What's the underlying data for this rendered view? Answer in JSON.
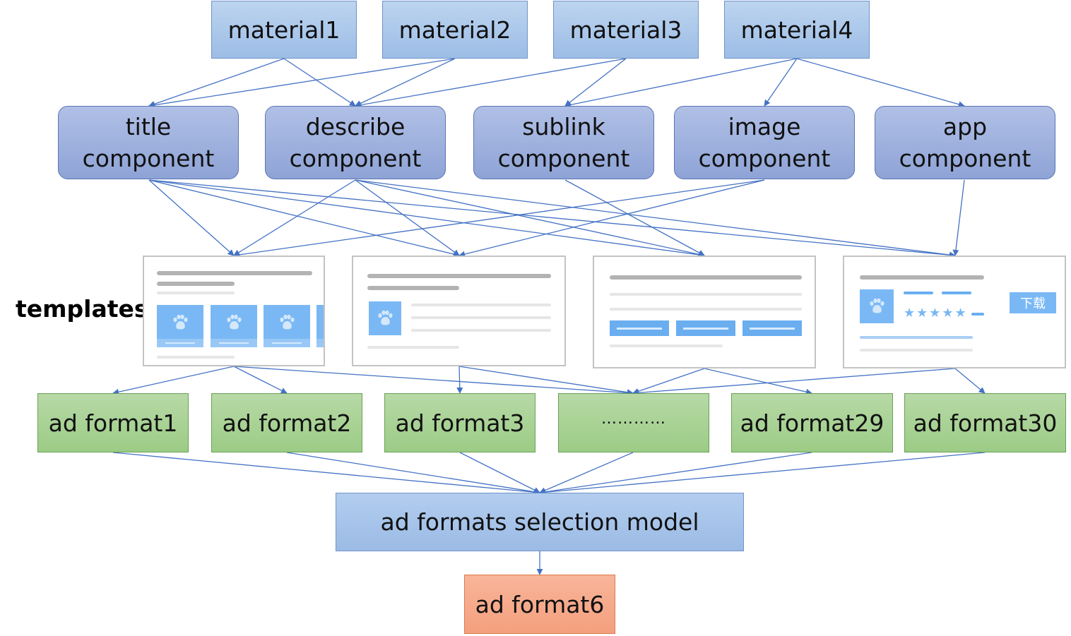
{
  "materials": [
    "material1",
    "material2",
    "material3",
    "material4"
  ],
  "components": [
    "title\ncomponent",
    "describe\ncomponent",
    "sublink\ncomponent",
    "image\ncomponent",
    "app\ncomponent"
  ],
  "templates_label": "templates",
  "template4": {
    "stars": "★★★★★",
    "download_label": "下载"
  },
  "formats": [
    "ad format1",
    "ad format2",
    "ad format3",
    "…………",
    "ad format29",
    "ad format30"
  ],
  "model": "ad formats selection model",
  "result": "ad format6",
  "colors": {
    "edge": "#4472c4",
    "material_fill": "#9dbde6",
    "component_fill": "#8ea3d6",
    "format_fill": "#9ccc86",
    "result_fill": "#f4a07e",
    "template_accent": "#7ab8f5"
  }
}
